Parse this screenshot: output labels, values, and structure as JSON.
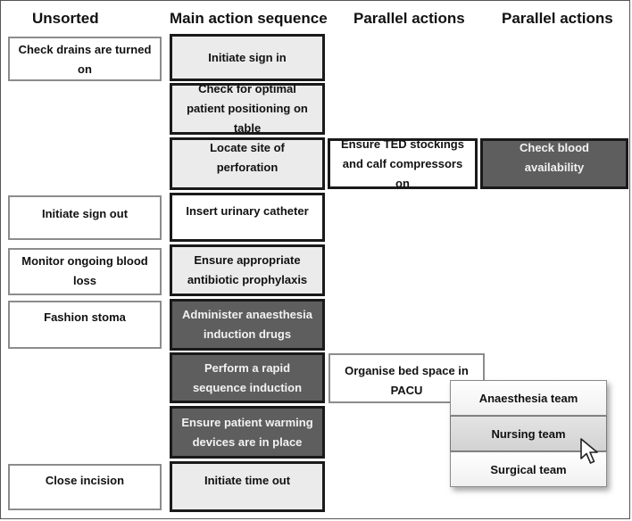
{
  "headers": {
    "unsorted": "Unsorted",
    "main": "Main action sequence",
    "parallel1": "Parallel actions",
    "parallel2": "Parallel actions"
  },
  "unsorted": [
    "Check drains are turned on",
    "Initiate sign out",
    "Monitor ongoing blood loss",
    "Fashion stoma",
    "Close incision"
  ],
  "main_sequence": [
    "Initiate sign in",
    "Check for optimal patient positioning on table",
    "Locate site of perforation",
    "Insert urinary catheter",
    "Ensure appropriate antibiotic prophylaxis",
    "Administer anaesthesia induction drugs",
    "Perform a rapid sequence induction",
    "Ensure patient warming devices are in place",
    "Initiate time out"
  ],
  "parallel_1": [
    "Ensure TED stockings and calf compressors on",
    "Organise bed space in PACU"
  ],
  "parallel_2": [
    "Check blood availability"
  ],
  "team_menu": {
    "options": [
      "Anaesthesia team",
      "Nursing team",
      "Surgical team"
    ],
    "hovered": "Nursing team"
  },
  "colors": {
    "dark_card": "#5e5e5e",
    "light_card": "#ebebeb",
    "menu_hover": "#d8d8d8"
  },
  "icons": {
    "cursor": "mouse-pointer-icon"
  }
}
